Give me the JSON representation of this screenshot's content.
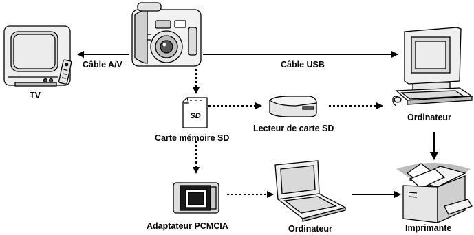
{
  "labels": {
    "tv": "TV",
    "cable_av": "Câble A/V",
    "cable_usb": "Câble USB",
    "computer_desktop": "Ordinateur",
    "sd_card": "Carte mémoire SD",
    "sd_card_logo": "SD",
    "card_reader": "Lecteur de carte SD",
    "pcmcia_adapter": "Adaptateur PCMCIA",
    "computer_laptop": "Ordinateur",
    "printer": "Imprimante"
  },
  "icons": {
    "camera": "digital-camera-icon",
    "tv": "television-icon",
    "desktop": "desktop-computer-icon",
    "sd_card": "sd-card-icon",
    "reader": "card-reader-icon",
    "pcmcia": "pcmcia-adapter-icon",
    "laptop": "laptop-icon",
    "printer": "printer-icon"
  },
  "colors": {
    "line": "#000000",
    "device_fill": "#f2f2f2",
    "screen_fill": "#d9d9d9",
    "shadow": "#bdbdbd"
  }
}
